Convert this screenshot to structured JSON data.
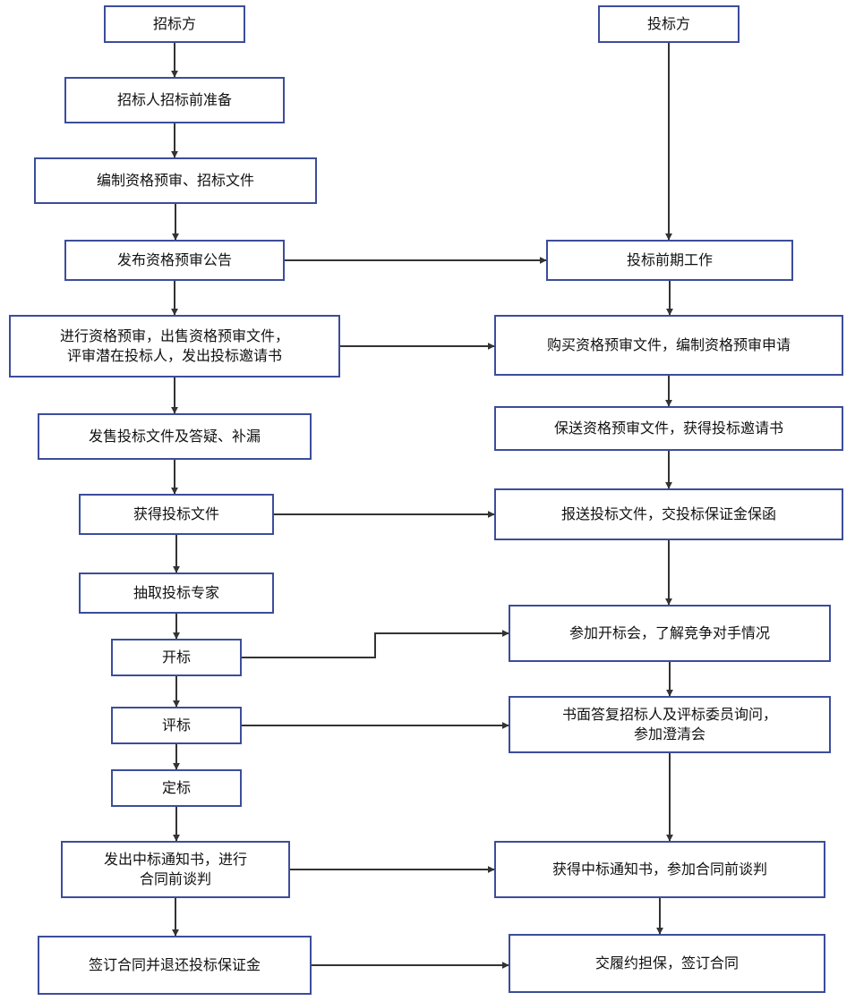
{
  "diagram": {
    "type": "flowchart",
    "lanes": {
      "left": "招标方",
      "right": "投标方"
    },
    "nodes": [
      {
        "id": "L0",
        "label": "招标方"
      },
      {
        "id": "L1",
        "label": "招标人招标前准备"
      },
      {
        "id": "L2",
        "label": "编制资格预审、招标文件"
      },
      {
        "id": "L3",
        "label": "发布资格预审公告"
      },
      {
        "id": "L4",
        "label": "进行资格预审，出售资格预审文件，\n评审潜在投标人，发出投标邀请书"
      },
      {
        "id": "L5",
        "label": "发售投标文件及答疑、补漏"
      },
      {
        "id": "L6",
        "label": "获得投标文件"
      },
      {
        "id": "L7",
        "label": "抽取投标专家"
      },
      {
        "id": "L8",
        "label": "开标"
      },
      {
        "id": "L9",
        "label": "评标"
      },
      {
        "id": "L10",
        "label": "定标"
      },
      {
        "id": "L11",
        "label": "发出中标通知书，进行\n合同前谈判"
      },
      {
        "id": "L12",
        "label": "签订合同并退还投标保证金"
      },
      {
        "id": "R0",
        "label": "投标方"
      },
      {
        "id": "R1",
        "label": "投标前期工作"
      },
      {
        "id": "R2",
        "label": "购买资格预审文件，编制资格预审申请"
      },
      {
        "id": "R3",
        "label": "保送资格预审文件，获得投标邀请书"
      },
      {
        "id": "R4",
        "label": "报送投标文件，交投标保证金保函"
      },
      {
        "id": "R5",
        "label": "参加开标会，了解竞争对手情况"
      },
      {
        "id": "R6",
        "label": "书面答复招标人及评标委员询问，\n参加澄清会"
      },
      {
        "id": "R7",
        "label": "获得中标通知书，参加合同前谈判"
      },
      {
        "id": "R8",
        "label": "交履约担保，签订合同"
      }
    ],
    "edges": [
      {
        "from": "L0",
        "to": "L1"
      },
      {
        "from": "L1",
        "to": "L2"
      },
      {
        "from": "L2",
        "to": "L3"
      },
      {
        "from": "L3",
        "to": "L4"
      },
      {
        "from": "L4",
        "to": "L5"
      },
      {
        "from": "L5",
        "to": "L6"
      },
      {
        "from": "L6",
        "to": "L7"
      },
      {
        "from": "L7",
        "to": "L8"
      },
      {
        "from": "L8",
        "to": "L9"
      },
      {
        "from": "L9",
        "to": "L10"
      },
      {
        "from": "L10",
        "to": "L11"
      },
      {
        "from": "L11",
        "to": "L12"
      },
      {
        "from": "R0",
        "to": "R1"
      },
      {
        "from": "R1",
        "to": "R2"
      },
      {
        "from": "R2",
        "to": "R3"
      },
      {
        "from": "R3",
        "to": "R4"
      },
      {
        "from": "R4",
        "to": "R5"
      },
      {
        "from": "R5",
        "to": "R6"
      },
      {
        "from": "R6",
        "to": "R7"
      },
      {
        "from": "R7",
        "to": "R8"
      },
      {
        "from": "L3",
        "to": "R1"
      },
      {
        "from": "L4",
        "to": "R2"
      },
      {
        "from": "L6",
        "to": "R4"
      },
      {
        "from": "L8",
        "to": "R5"
      },
      {
        "from": "L9",
        "to": "R6"
      },
      {
        "from": "L11",
        "to": "R7"
      },
      {
        "from": "L12",
        "to": "R8"
      }
    ]
  }
}
